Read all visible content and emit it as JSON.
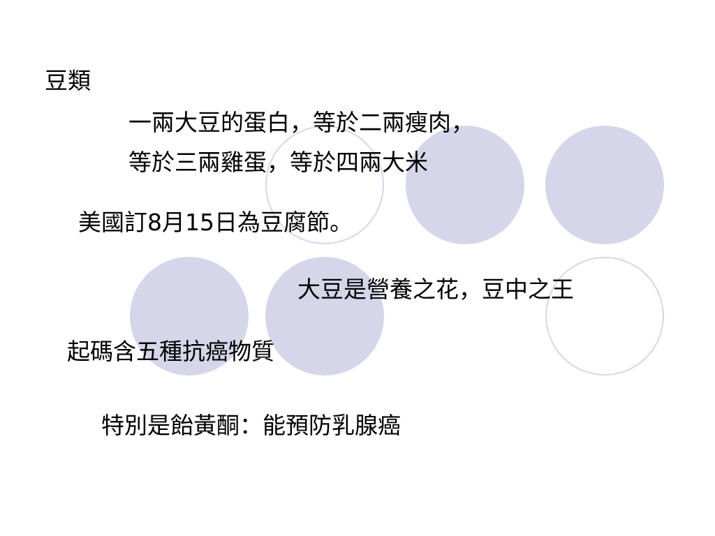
{
  "slide": {
    "title": "豆類",
    "protein_line_1": "一兩大豆的蛋白，等於二兩瘦肉，",
    "protein_line_2": "等於三兩雞蛋，等於四兩大米",
    "tofu_day": "美國訂8月15日為豆腐節。",
    "soy_praise": "大豆是營養之花，豆中之王",
    "anticancer": "起碼含五種抗癌物質",
    "isoflavone": "特別是飴黃酮：能預防乳腺癌"
  },
  "colors": {
    "circle_fill": "#d6d6ea",
    "circle_outline": "#d6d6ea",
    "text": "#000000",
    "background": "#ffffff"
  }
}
